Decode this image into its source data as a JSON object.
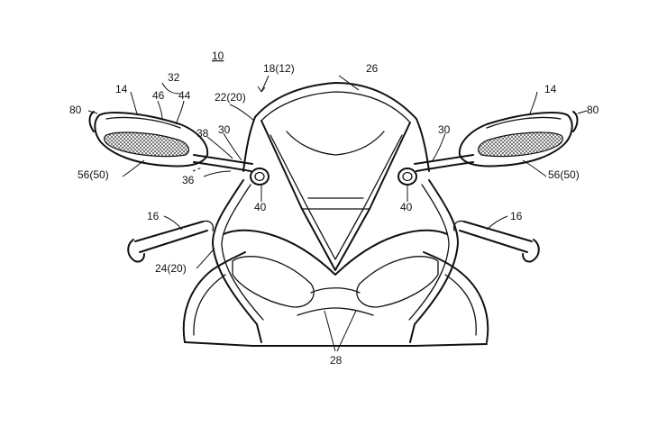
{
  "figure": {
    "figure_number": "10"
  },
  "labels": {
    "main_assembly": "18(12)",
    "windscreen": "26",
    "left_cowl_upper": "22(20)",
    "left_cowl_lower": "24(20)",
    "group_32": "32",
    "part_46": "46",
    "part_44": "44",
    "left_mirror": "14",
    "right_mirror": "14",
    "left_lamp": "80",
    "right_lamp": "80",
    "left_stay_30": "30",
    "right_stay_30": "30",
    "part_38": "38",
    "part_36": "36",
    "left_turn_signal": "56(50)",
    "right_turn_signal": "56(50)",
    "left_base_40": "40",
    "right_base_40": "40",
    "left_handlebar": "16",
    "right_handlebar": "16",
    "ducts_28": "28"
  }
}
